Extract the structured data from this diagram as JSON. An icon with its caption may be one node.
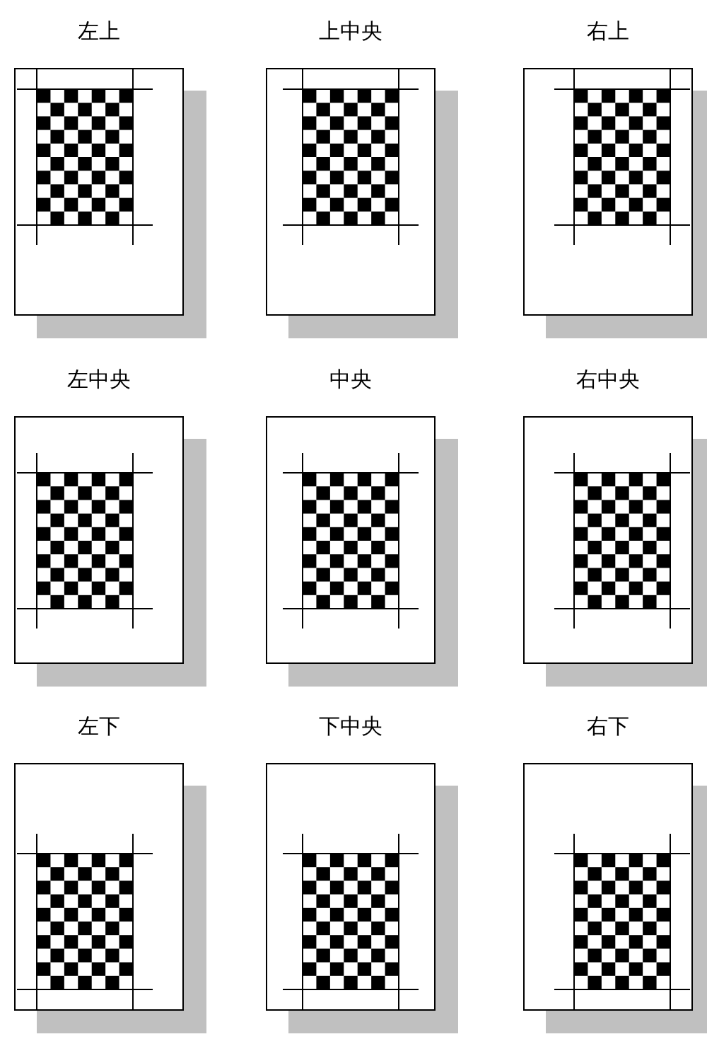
{
  "diagram": {
    "nodes": [
      {
        "text": [
          "左上"
        ]
      },
      {
        "text": [
          "上中央"
        ]
      },
      {
        "text": [
          "右上"
        ]
      },
      {
        "text": [
          "左中央"
        ]
      },
      {
        "text": [
          "中央"
        ]
      },
      {
        "text": [
          "右中央"
        ]
      },
      {
        "text": [
          "左下"
        ]
      },
      {
        "text": [
          "下中央"
        ]
      },
      {
        "text": [
          "右下"
        ]
      }
    ]
  }
}
